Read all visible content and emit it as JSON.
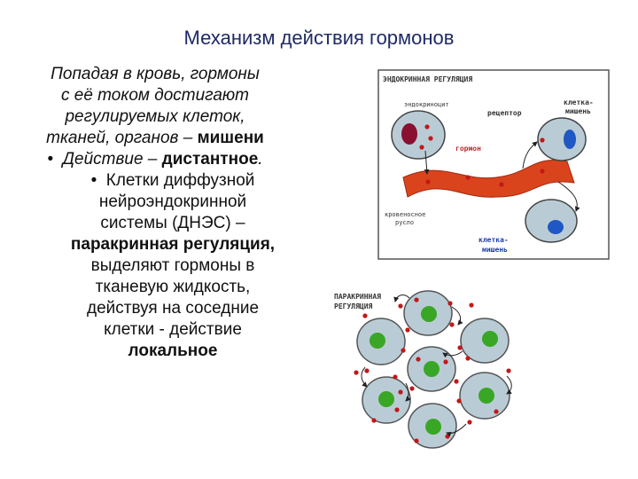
{
  "slide": {
    "title": "Механизм действия гормонов"
  },
  "text": {
    "p1_line1": "Попадая в кровь, гормоны",
    "p1_line2": "с её током достигают",
    "p1_line3": "регулируемых клеток,",
    "p1_line4_a": "тканей, органов – ",
    "p1_line4_b": "мишени",
    "bullet_char": "•",
    "b1_a": "Действие – ",
    "b1_b": "дистантное",
    "b1_c": ".",
    "b2_line1": "Клетки диффузной",
    "b2_line2": "нейроэндокринной",
    "b2_line3": "системы (ДНЭС) –",
    "b2_line4": "паракринная регуляция,",
    "b2_line5": "выделяют гормоны в",
    "b2_line6": "тканевую жидкость,",
    "b2_line7": "действуя на соседние",
    "b2_line8": "клетки - действие",
    "b2_line9": "локальное"
  },
  "endocrine_diagram": {
    "heading": "ЭНДОКРИННАЯ РЕГУЛЯЦИЯ",
    "label_endocrinocyte": "эндокриноцит",
    "label_receptor": "рецептор",
    "label_target_top_1": "клетка-",
    "label_target_top_2": "мишень",
    "label_hormone": "гормон",
    "label_vessel_1": "кровеносное",
    "label_vessel_2": "русло",
    "label_target_bottom_1": "клетка-",
    "label_target_bottom_2": "мишень"
  },
  "paracrine_diagram": {
    "heading_1": "ПАРАКРИННАЯ",
    "heading_2": "РЕГУЛЯЦИЯ"
  },
  "colors": {
    "title": "#1f2a66",
    "cell_fill": "#b9ccd6",
    "vessel": "#d9441c",
    "hormone_dot": "#c21818",
    "nucleus_endo": "#8a1030",
    "nucleus_target": "#1f57c4",
    "nucleus_paracrine": "#3aa626",
    "label_red": "#c0282c",
    "label_blue": "#1f3fa8"
  }
}
